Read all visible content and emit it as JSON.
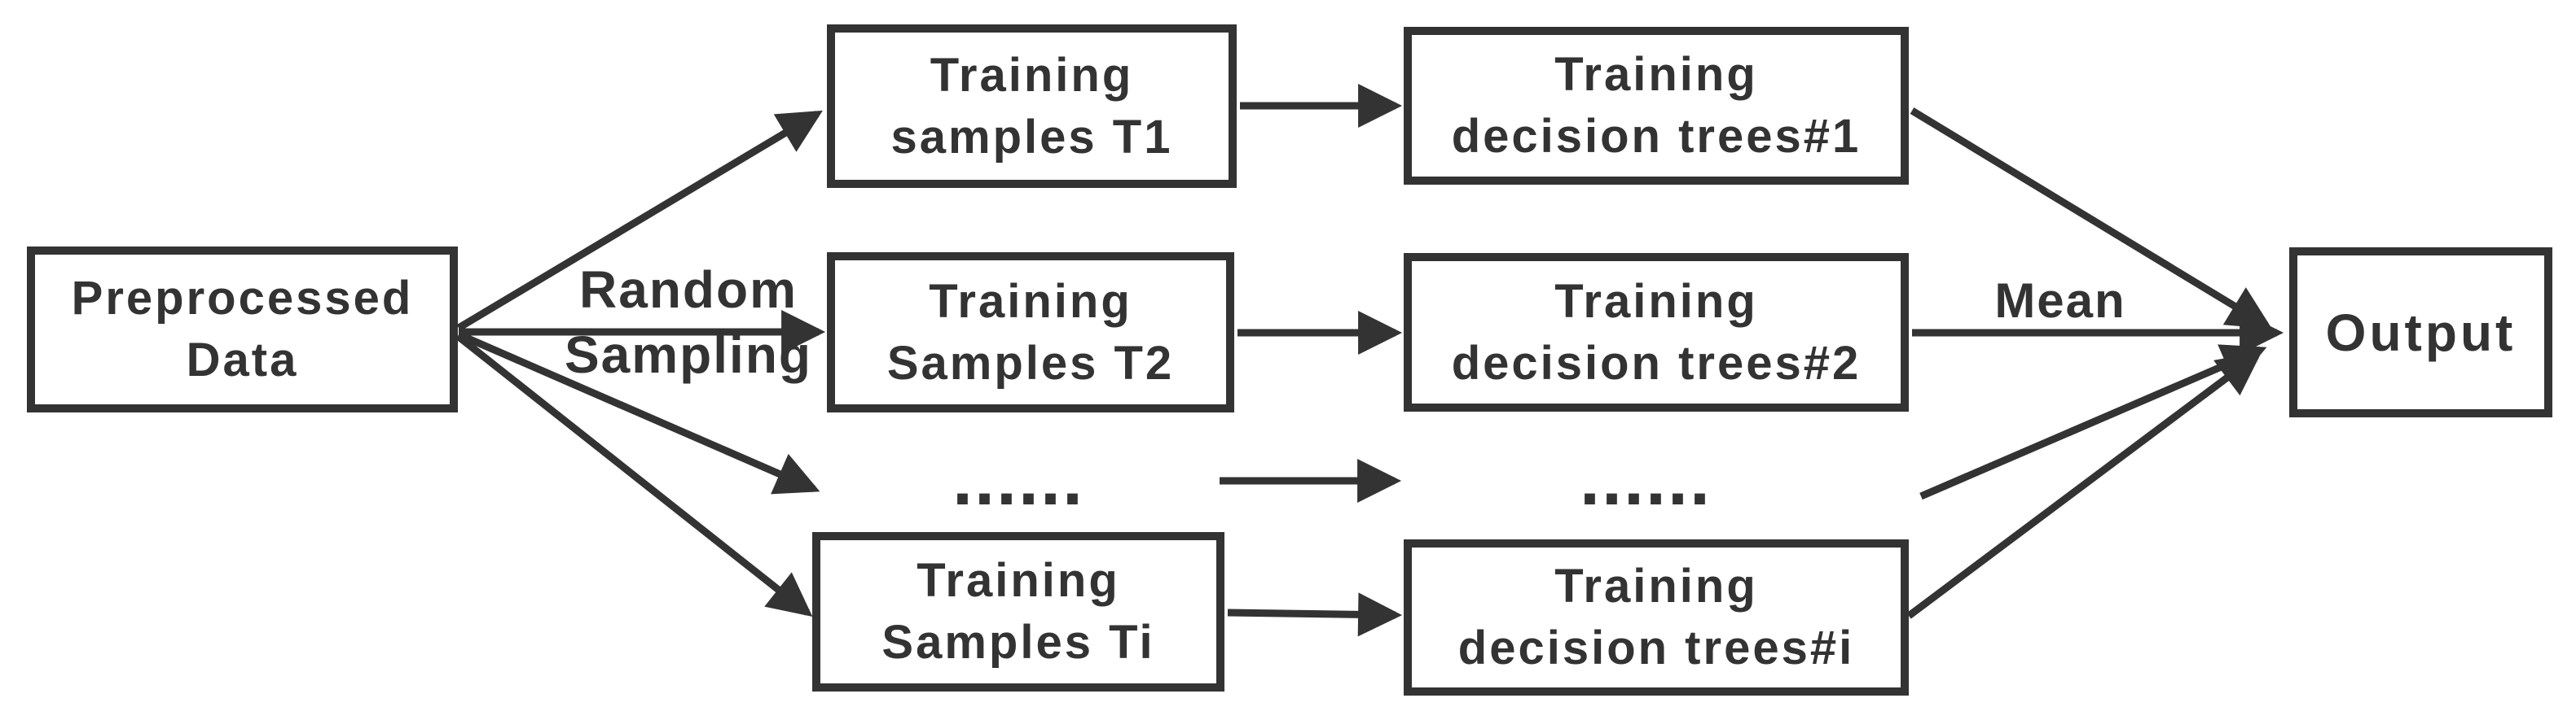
{
  "nodes": {
    "preprocessed": {
      "line1": "Preprocessed",
      "line2": "Data"
    },
    "samples_t1": {
      "line1": "Training",
      "line2": "samples T1"
    },
    "trees_1": {
      "line1": "Training",
      "line2": "decision trees#1"
    },
    "samples_t2": {
      "line1": "Training",
      "line2": "Samples T2"
    },
    "trees_2": {
      "line1": "Training",
      "line2": "decision trees#2"
    },
    "samples_ti": {
      "line1": "Training",
      "line2": "Samples Ti"
    },
    "trees_i": {
      "line1": "Training",
      "line2": "decision trees#i"
    },
    "output": {
      "label": "Output"
    }
  },
  "labels": {
    "random_sampling": "Random Sampling",
    "mean": "Mean",
    "ellipsis_left": "......",
    "ellipsis_right": "......"
  },
  "colors": {
    "ink": "#333333",
    "background": "#ffffff"
  }
}
